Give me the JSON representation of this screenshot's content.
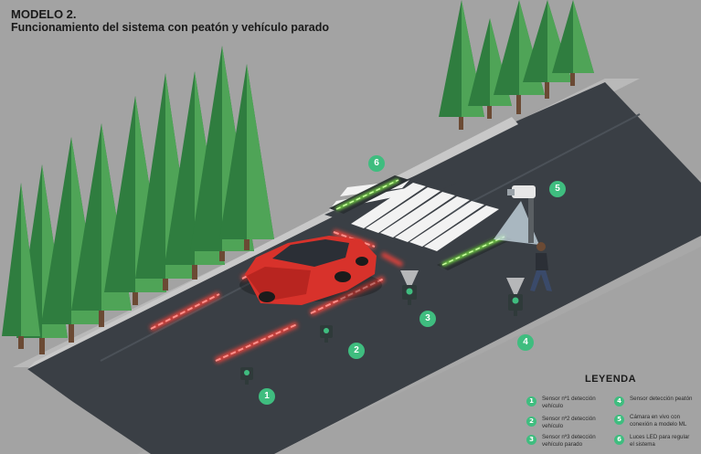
{
  "header": {
    "title": "MODELO 2.",
    "subtitle": "Funcionamiento del sistema con peatón y vehículo parado"
  },
  "badges": [
    {
      "number": "1"
    },
    {
      "number": "2"
    },
    {
      "number": "3"
    },
    {
      "number": "4"
    },
    {
      "number": "5"
    },
    {
      "number": "6"
    }
  ],
  "legend": {
    "title": "LEYENDA",
    "items": [
      {
        "number": "1",
        "text": "Sensor nº1 detección vehículo"
      },
      {
        "number": "2",
        "text": "Sensor nº2 detección vehículo"
      },
      {
        "number": "3",
        "text": "Sensor nº3 detección vehículo parado"
      },
      {
        "number": "4",
        "text": "Sensor detección peatón"
      },
      {
        "number": "5",
        "text": "Cámara en vivo con conexión a modelo ML"
      },
      {
        "number": "6",
        "text": "Luces LED para regular el sistema"
      }
    ]
  },
  "colors": {
    "background": "#a3a3a3",
    "road": "#3a3f45",
    "sidewalk": "#b9b9b9",
    "tree_dark": "#2f7d3f",
    "tree_light": "#4fa457",
    "car": "#d8322b",
    "led_red": "#e8433b",
    "led_green": "#7be04a",
    "badge": "#3fbd7f"
  },
  "icons": [
    "tree-icon",
    "car-icon",
    "sensor-icon",
    "camera-icon",
    "pedestrian-icon",
    "led-strip-icon"
  ]
}
